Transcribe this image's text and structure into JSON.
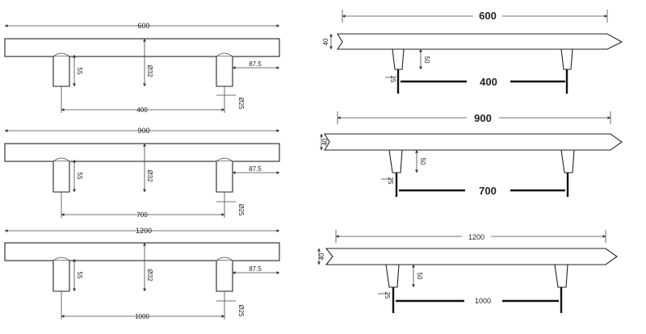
{
  "views": [
    {
      "front": {
        "total": "600",
        "bar_dia": "Ø32",
        "height": "55",
        "offset": "87.5",
        "spacing": "400",
        "post_dia": "Ø25"
      },
      "side": {
        "total": "600",
        "rod_height": "40",
        "post_height": "50",
        "post_dia": "25",
        "spacing": "400"
      }
    },
    {
      "front": {
        "total": "900",
        "bar_dia": "Ø32",
        "height": "55",
        "offset": "87.5",
        "spacing": "700",
        "post_dia": "Ø25"
      },
      "side": {
        "total": "900",
        "rod_height": "40",
        "post_height": "50",
        "post_dia": "25",
        "spacing": "700"
      }
    },
    {
      "front": {
        "total": "1200",
        "bar_dia": "Ø32",
        "height": "55",
        "offset": "87.5",
        "spacing": "1000",
        "post_dia": "Ø25"
      },
      "side": {
        "total": "1200",
        "rod_height": "40",
        "post_height": "50",
        "post_dia": "25",
        "spacing": "1000"
      }
    }
  ]
}
